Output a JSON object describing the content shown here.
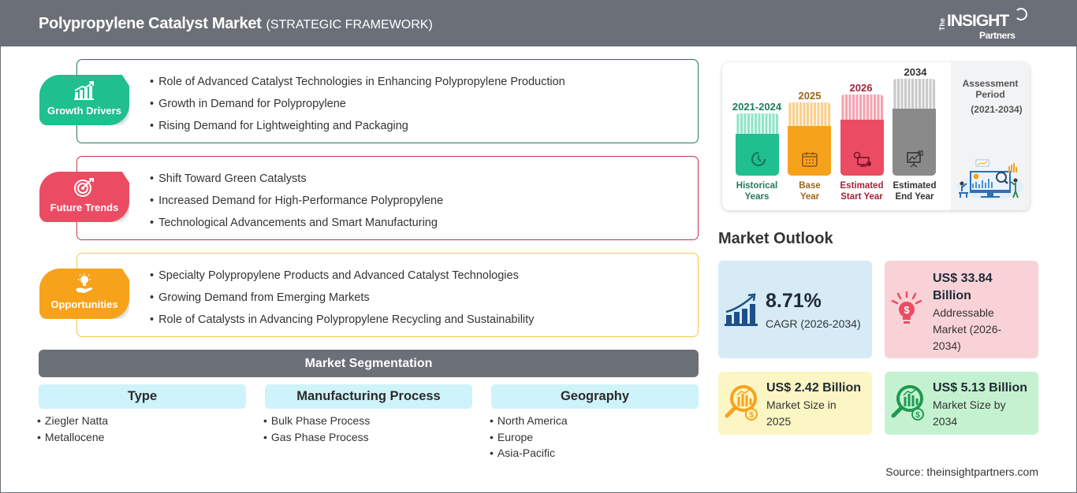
{
  "header": {
    "title": "Polypropylene Catalyst Market",
    "subtitle": "(STRATEGIC FRAMEWORK)",
    "logo": {
      "the": "The",
      "insight": "INSIGHT",
      "partners": "Partners"
    }
  },
  "strategy": {
    "growth_drivers": {
      "label": "Growth Drivers",
      "icon": "growth-chart-icon",
      "color": "#1fbf8f",
      "items": [
        "Role of Advanced Catalyst Technologies in Enhancing Polypropylene Production",
        "Growth in Demand for Polypropylene",
        "Rising Demand for Lightweighting and Packaging"
      ]
    },
    "future_trends": {
      "label": "Future Trends",
      "icon": "target-icon",
      "color": "#ec4c63",
      "items": [
        "Shift Toward Green Catalysts",
        "Increased Demand for High-Performance Polypropylene",
        "Technological Advancements and Smart Manufacturing"
      ]
    },
    "opportunities": {
      "label": "Opportunities",
      "icon": "lightbulb-hand-icon",
      "color": "#f7a21b",
      "items": [
        "Specialty Polypropylene Products and Advanced Catalyst Technologies",
        "Growing Demand from Emerging Markets",
        "Role of Catalysts in Advancing Polypropylene Recycling and Sustainability"
      ]
    }
  },
  "segmentation": {
    "title": "Market Segmentation",
    "columns": [
      {
        "head": "Type",
        "items": [
          "Ziegler Natta",
          "Metallocene"
        ]
      },
      {
        "head": "Manufacturing Process",
        "items": [
          "Bulk Phase Process",
          "Gas Phase Process"
        ]
      },
      {
        "head": "Geography",
        "items": [
          "North America",
          "Europe",
          "Asia-Pacific"
        ]
      }
    ]
  },
  "timeline": {
    "bars": [
      {
        "year": "2021-2024",
        "label1": "Historical",
        "label2": "Years",
        "color": "#1fbf8f",
        "text_color": "#1f7a5c",
        "icon": "history-icon"
      },
      {
        "year": "2025",
        "label1": "Base",
        "label2": "Year",
        "color": "#f7a21b",
        "text_color": "#a0651a",
        "icon": "calendar-icon"
      },
      {
        "year": "2026",
        "label1": "Estimated",
        "label2": "Start Year",
        "color": "#ec4c63",
        "text_color": "#a3243a",
        "icon": "monitor-settings-icon"
      },
      {
        "year": "2034",
        "label1": "Estimated",
        "label2": "End Year",
        "color": "#8a8a8a",
        "text_color": "#333333",
        "icon": "presentation-board-icon"
      }
    ],
    "assessment_label": "Assessment Period",
    "assessment_range": "(2021-2034)"
  },
  "outlook": {
    "title": "Market Outlook",
    "cagr": {
      "value": "8.71%",
      "label": "CAGR (2026-2034)",
      "bg": "#d6ebf6"
    },
    "addressable": {
      "value_line1": "US$ 33.84",
      "value_line2": "Billion",
      "label_line1": "Addressable",
      "label_line2": "Market (2026-",
      "label_line3": "2034)",
      "bg": "#f9d2d8"
    },
    "size_2025": {
      "value": "US$ 2.42 Billion",
      "label_line1": "Market Size in",
      "label_line2": "2025",
      "bg": "#fbf6c4"
    },
    "size_2034": {
      "value": "US$ 5.13 Billion",
      "label_line1": "Market Size by",
      "label_line2": "2034",
      "bg": "#c4f2d0"
    }
  },
  "source": "Source: theinsightpartners.com"
}
